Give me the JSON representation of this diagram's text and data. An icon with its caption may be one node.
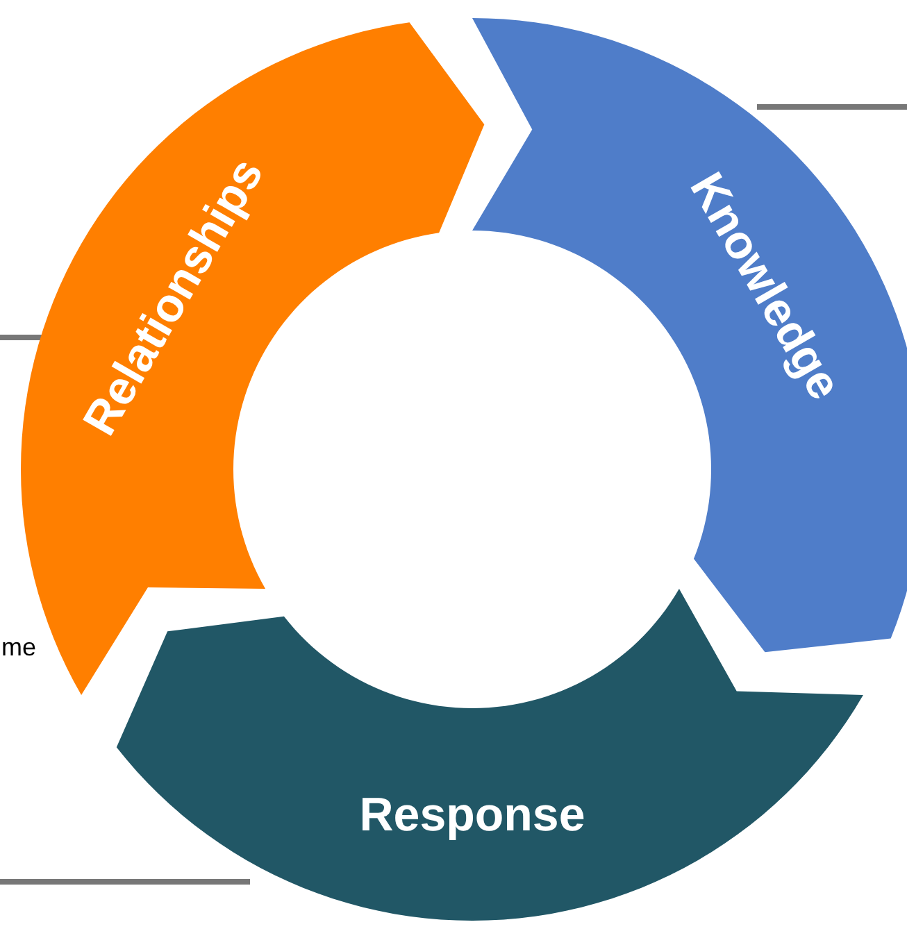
{
  "diagram": {
    "nodes": [
      {
        "text": [
          "Knowledge"
        ]
      },
      {
        "text": [
          "Response"
        ]
      },
      {
        "text": [
          "Relationships"
        ]
      }
    ],
    "labels": [
      "me"
    ]
  }
}
